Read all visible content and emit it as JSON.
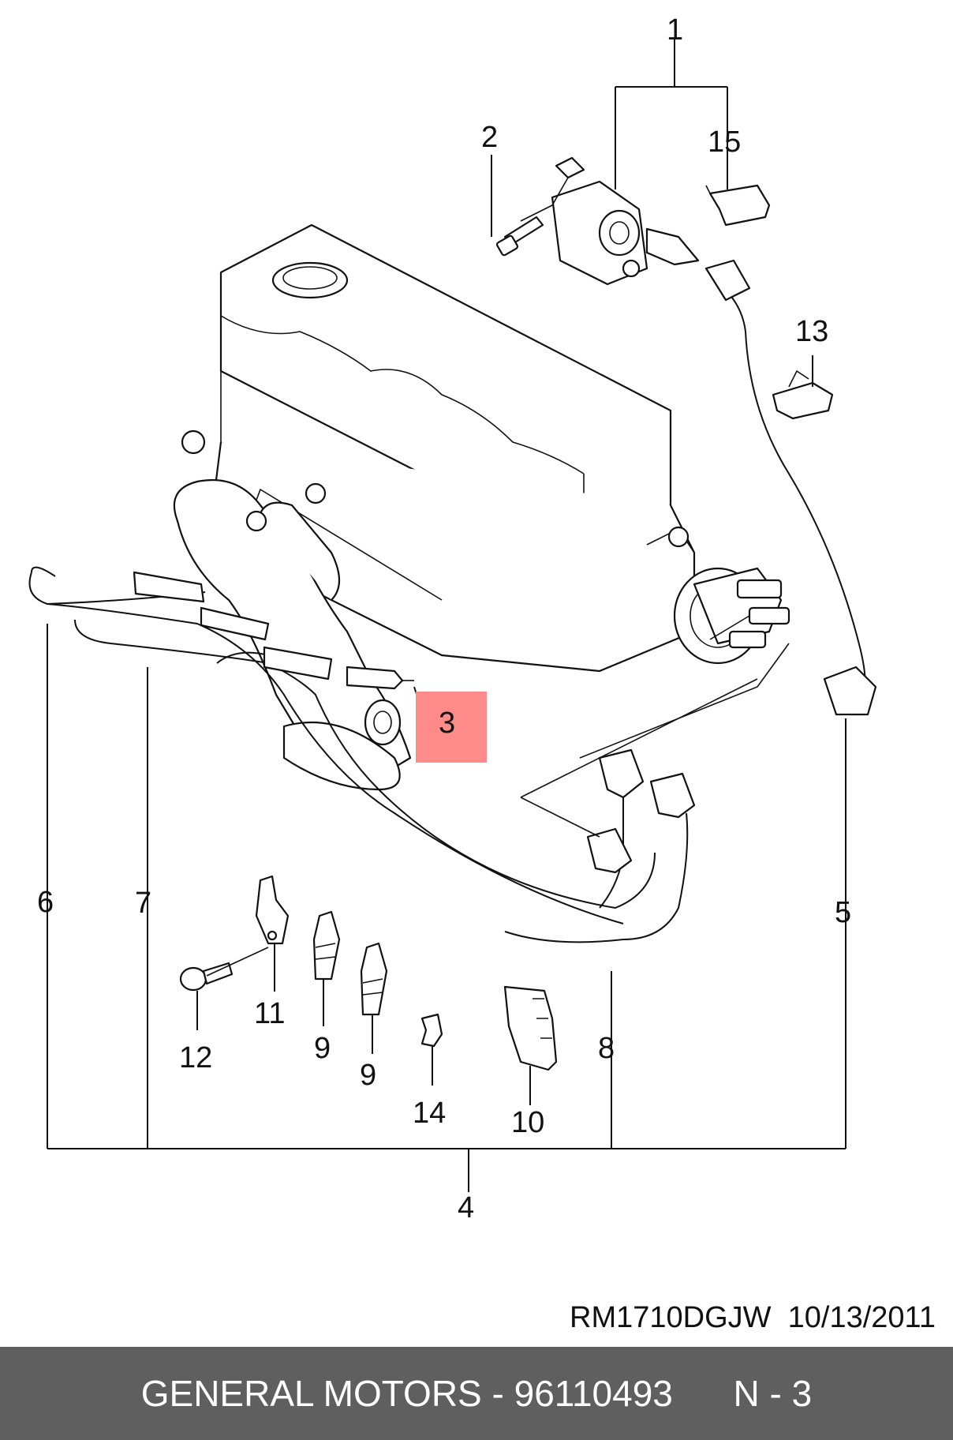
{
  "diagram": {
    "callouts": [
      "1",
      "2",
      "15",
      "13",
      "3",
      "6",
      "7",
      "5",
      "11",
      "12",
      "9",
      "9",
      "14",
      "10",
      "8",
      "4"
    ],
    "highlight_color": "#ff8a8a",
    "highlighted_callout": "3"
  },
  "reference": {
    "code": "RM1710DGJW",
    "date": "10/13/2011"
  },
  "footer": {
    "brand": "GENERAL MOTORS",
    "separator": " - ",
    "part_number": "96110493",
    "page": "N - 3"
  }
}
